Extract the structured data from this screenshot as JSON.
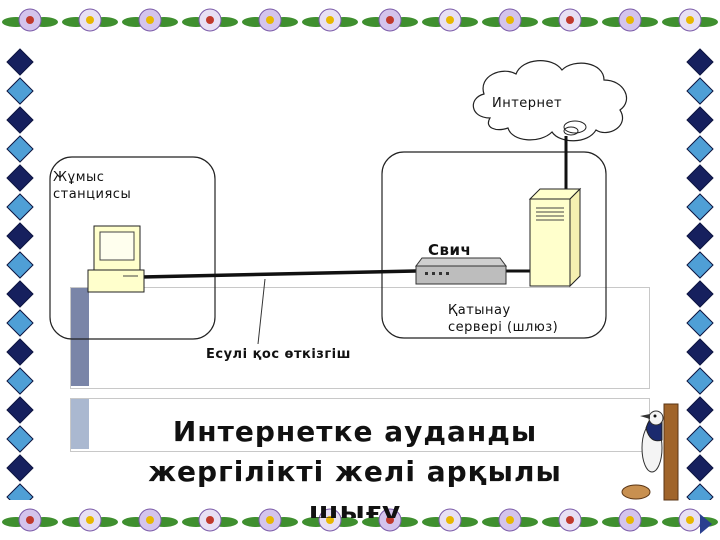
{
  "diagram": {
    "internet_label": "Интернет",
    "workstation_label_line1": "Жұмыс",
    "workstation_label_line2": "станциясы",
    "switch_label": "Свич",
    "server_label_line1": "Қатынау",
    "server_label_line2": "сервері (шлюз)",
    "cable_label": "Есулі қос өткізгіш"
  },
  "slide": {
    "title_line1": "Интернетке ауданды",
    "title_line2": "жергілікті желі арқылы",
    "title_line3": "шығу"
  },
  "colors": {
    "band_left_dark": "#7a85a8",
    "band_left_light": "#aab8d0",
    "diamond_dark": "#16205e",
    "diamond_light": "#4f9fd6",
    "cable": "#111111"
  },
  "icons": [
    "flower-border",
    "diamond-border",
    "computer-icon",
    "switch-icon",
    "server-icon",
    "cloud-icon",
    "woodpecker-icon",
    "next-arrow-icon"
  ]
}
